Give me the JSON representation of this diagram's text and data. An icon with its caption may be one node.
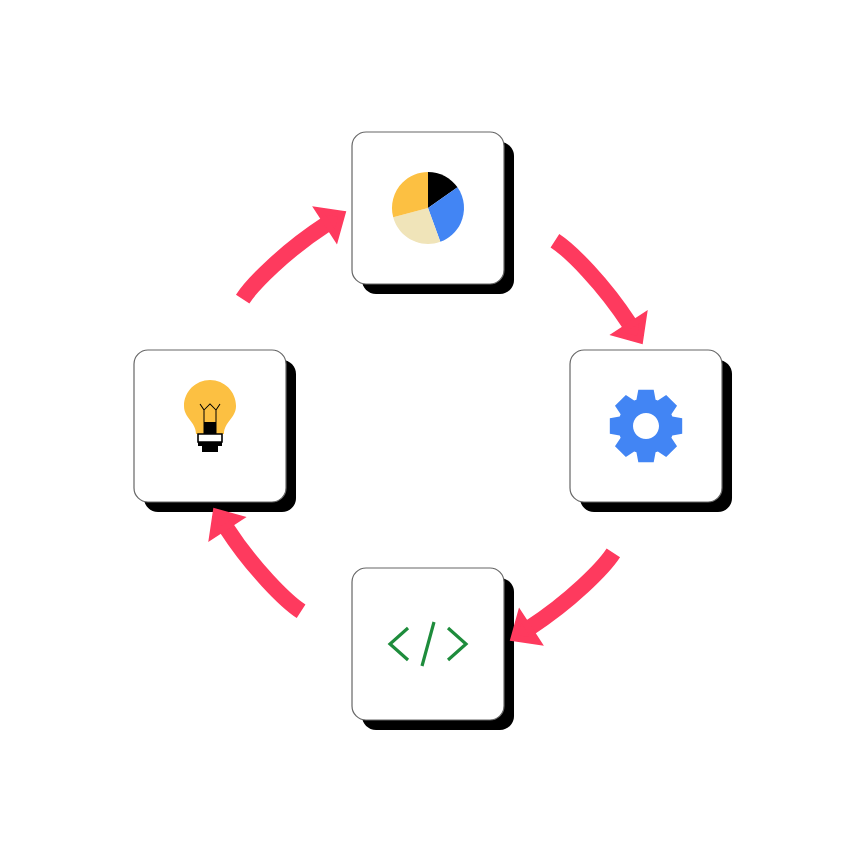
{
  "diagram": {
    "nodes": [
      {
        "text": [],
        "shape": "box"
      },
      {
        "text": [],
        "shape": "box"
      },
      {
        "text": [],
        "shape": "box"
      },
      {
        "text": [],
        "shape": "box"
      }
    ],
    "edges": [
      {
        "from": 0,
        "to": 1,
        "arrow": "to"
      },
      {
        "from": 1,
        "to": 2,
        "arrow": "to"
      },
      {
        "from": 2,
        "to": 3,
        "arrow": "to"
      },
      {
        "from": 3,
        "to": 0,
        "arrow": "to"
      }
    ]
  }
}
